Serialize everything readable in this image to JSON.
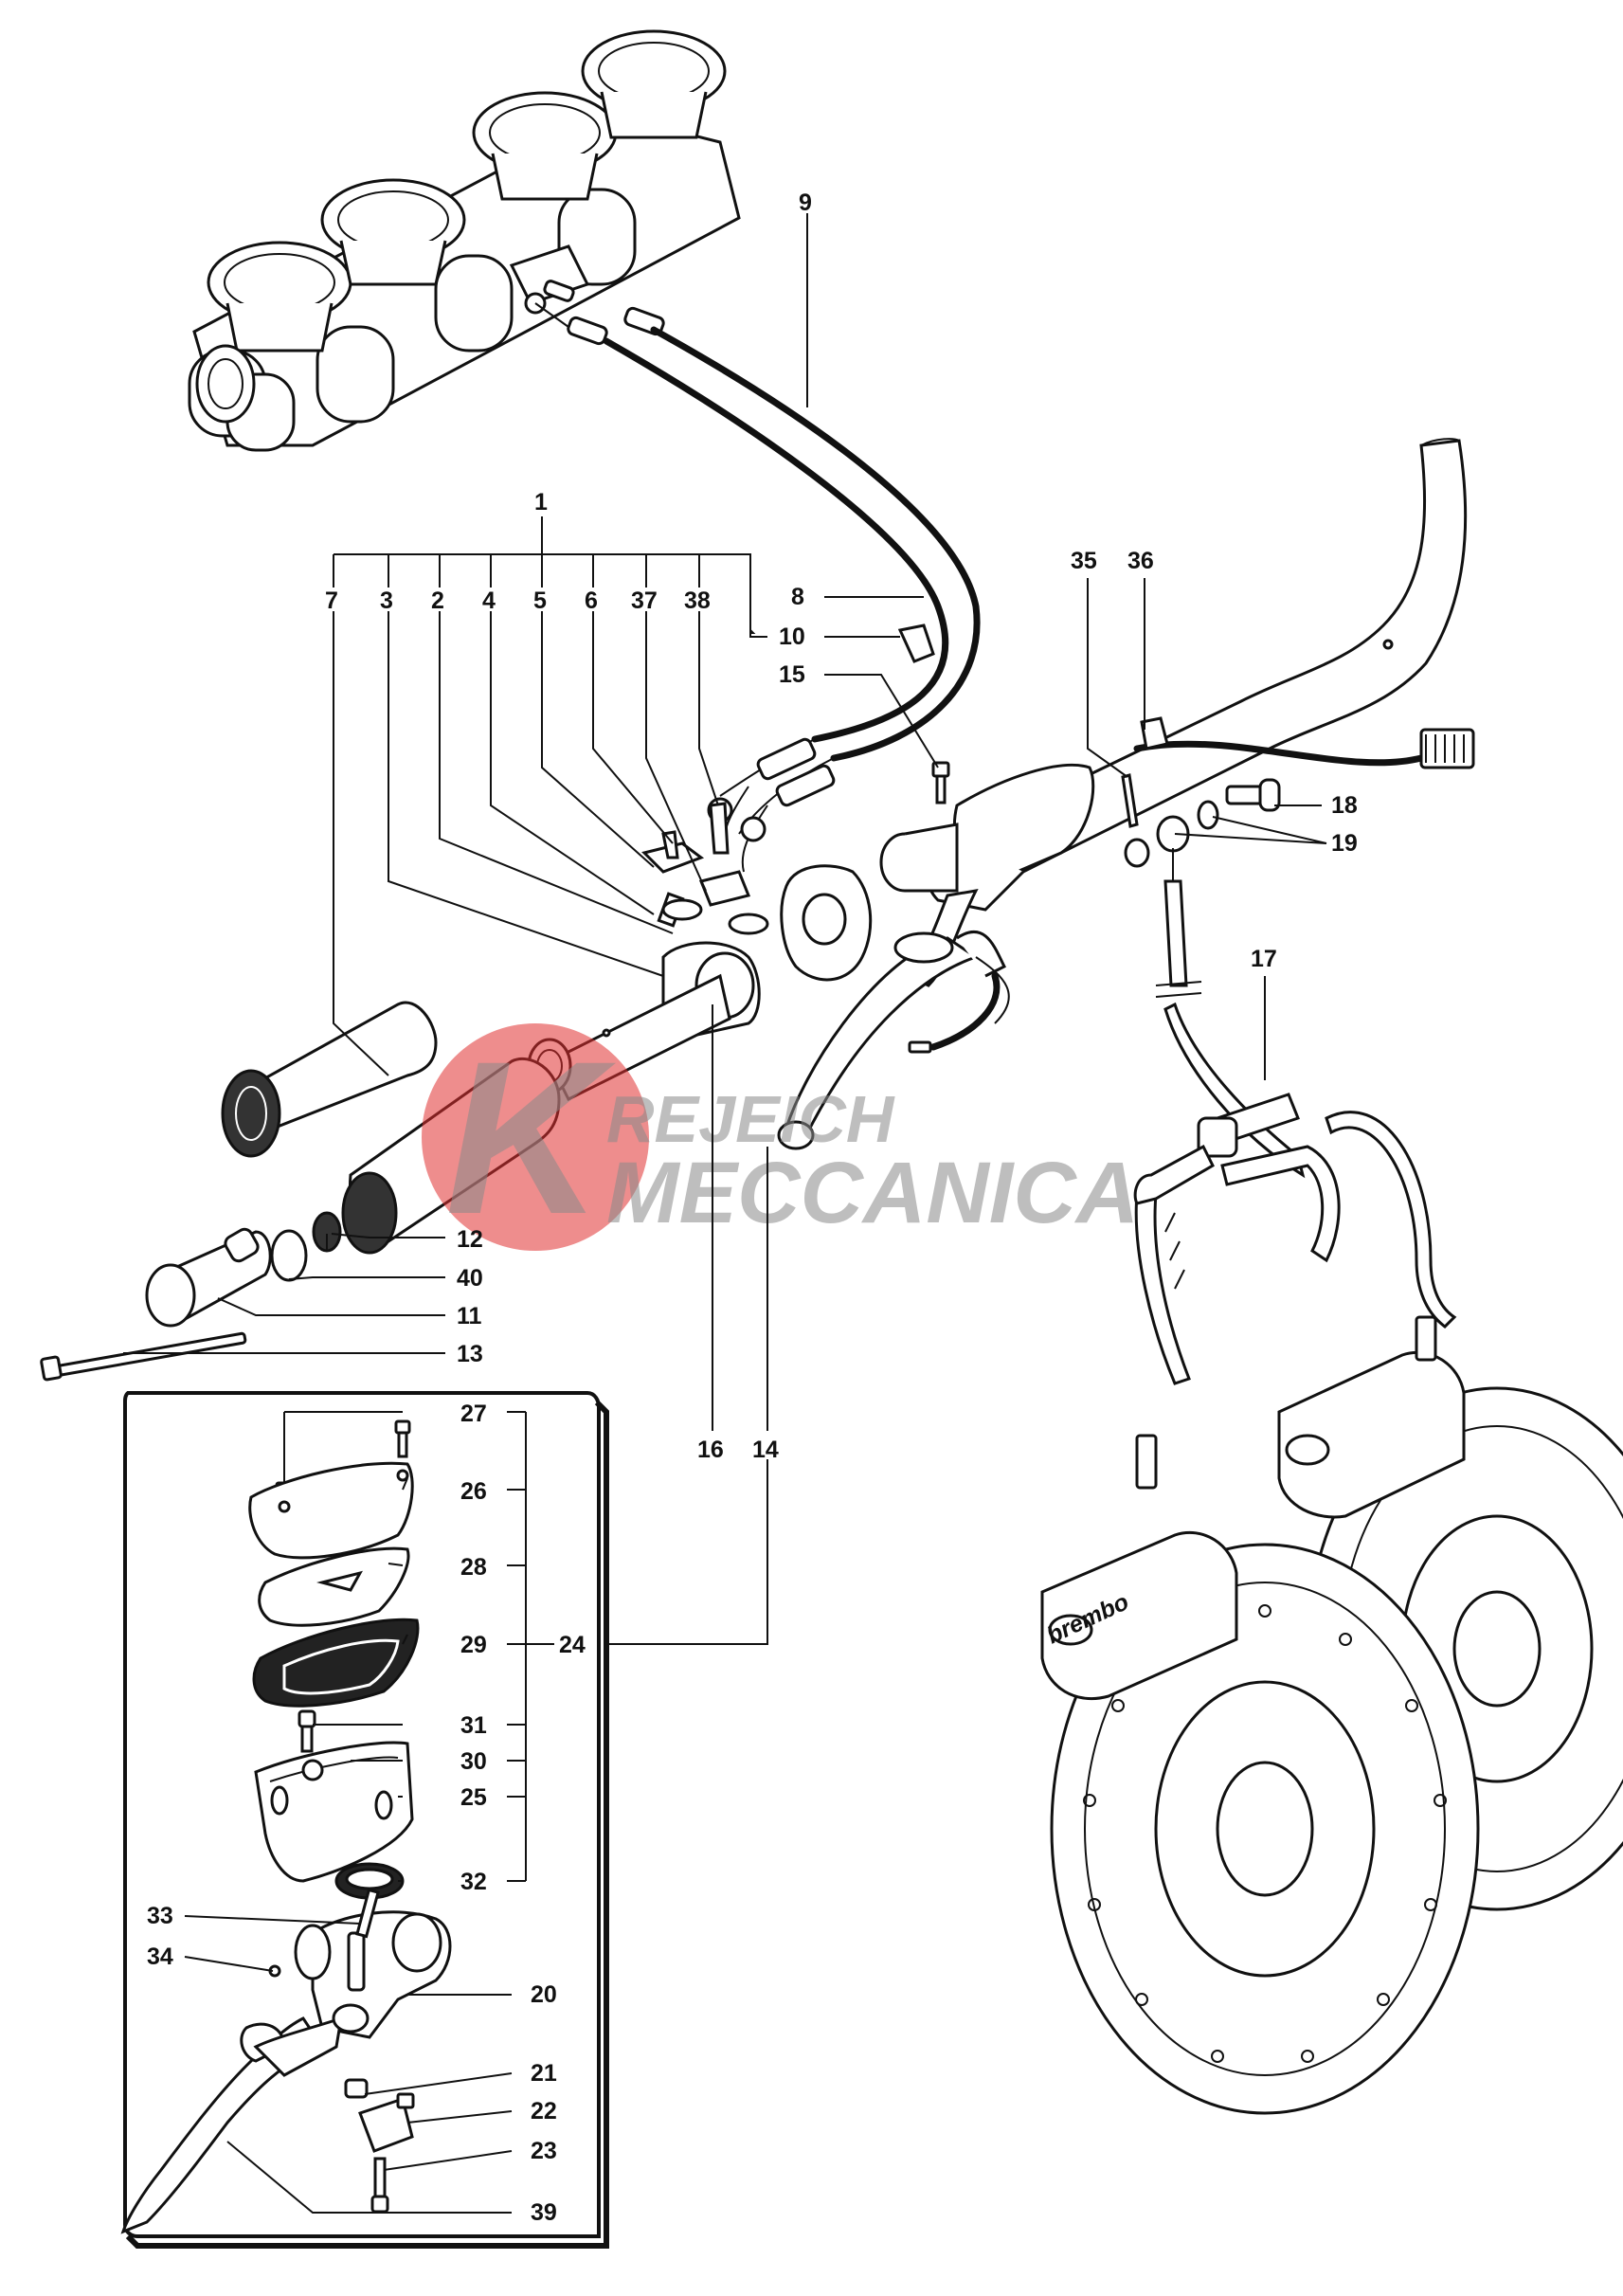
{
  "watermark": {
    "line1": "REJEICH",
    "line2": "MECCANICA",
    "letter_k": "K",
    "circle_color": "#e03030",
    "text_color": "#8a8a8a"
  },
  "callouts": {
    "c1": "1",
    "c2": "2",
    "c3": "3",
    "c4": "4",
    "c5": "5",
    "c6": "6",
    "c7": "7",
    "c8": "8",
    "c9": "9",
    "c10": "10",
    "c11": "11",
    "c12": "12",
    "c13": "13",
    "c14": "14",
    "c15": "15",
    "c16": "16",
    "c17": "17",
    "c18": "18",
    "c19": "19",
    "c20": "20",
    "c21": "21",
    "c22": "22",
    "c23": "23",
    "c24": "24",
    "c25": "25",
    "c26": "26",
    "c27": "27",
    "c28": "28",
    "c29": "29",
    "c30": "30",
    "c31": "31",
    "c32": "32",
    "c33": "33",
    "c34": "34",
    "c35": "35",
    "c36": "36",
    "c37": "37",
    "c38": "38",
    "c39": "39",
    "c40": "40"
  },
  "caliper_brand": "brembo",
  "colors": {
    "ink": "#111111",
    "paper": "#ffffff"
  }
}
